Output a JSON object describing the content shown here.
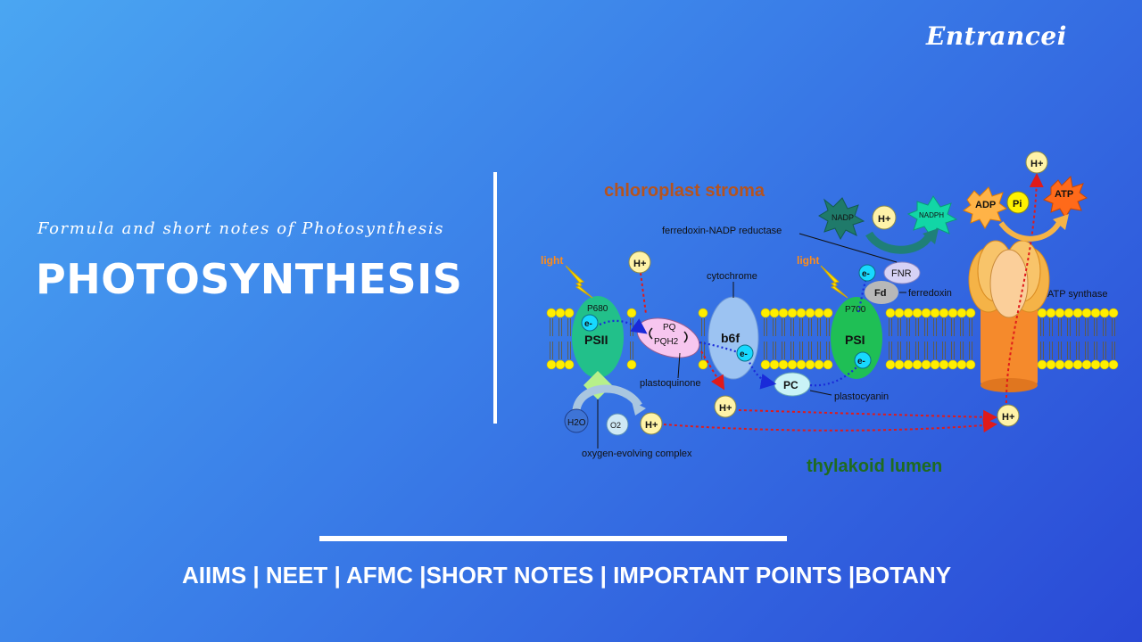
{
  "brand": "Entrancei",
  "subtitle": "Formula and short notes of Photosynthesis",
  "title": "PHOTOSYNTHESIS",
  "footer": "AIIMS | NEET | AFMC |SHORT NOTES | IMPORTANT POINTS |BOTANY",
  "diagram": {
    "stroma": "chloroplast stroma",
    "lumen": "thylakoid lumen",
    "light": "light",
    "proton": "H+",
    "electron": "e-",
    "p680": "P680",
    "psii": "PSII",
    "p700": "P700",
    "psi": "PSI",
    "pq": "PQ",
    "pqh2": "PQH2",
    "b6f": "b6f",
    "cytochrome": "cytochrome",
    "plastoquinone": "plastoquinone",
    "pc": "PC",
    "plastocyanin": "plastocyanin",
    "fd": "Fd",
    "ferredoxin": "ferredoxin",
    "fnr": "FNR",
    "fnr_label": "ferredoxin-NADP reductase",
    "nadp": "NADP",
    "nadph": "NADPH",
    "adp": "ADP",
    "pi": "Pi",
    "atp": "ATP",
    "atp_synthase": "ATP synthase",
    "water": "H2O",
    "oxygen": "O2",
    "oec": "oxygen-evolving complex"
  },
  "colors": {
    "background_start": "#4aa6f2",
    "background_end": "#2a49d6",
    "stroma_label": "#b5531e",
    "lumen_label": "#1f6b1f",
    "psii": "#22c08a",
    "psi": "#1fbf55",
    "light_label": "#ff8c1a",
    "proton": "#fff3a8",
    "electron_path": "#1a2bd9",
    "proton_path": "#e01a1a"
  }
}
